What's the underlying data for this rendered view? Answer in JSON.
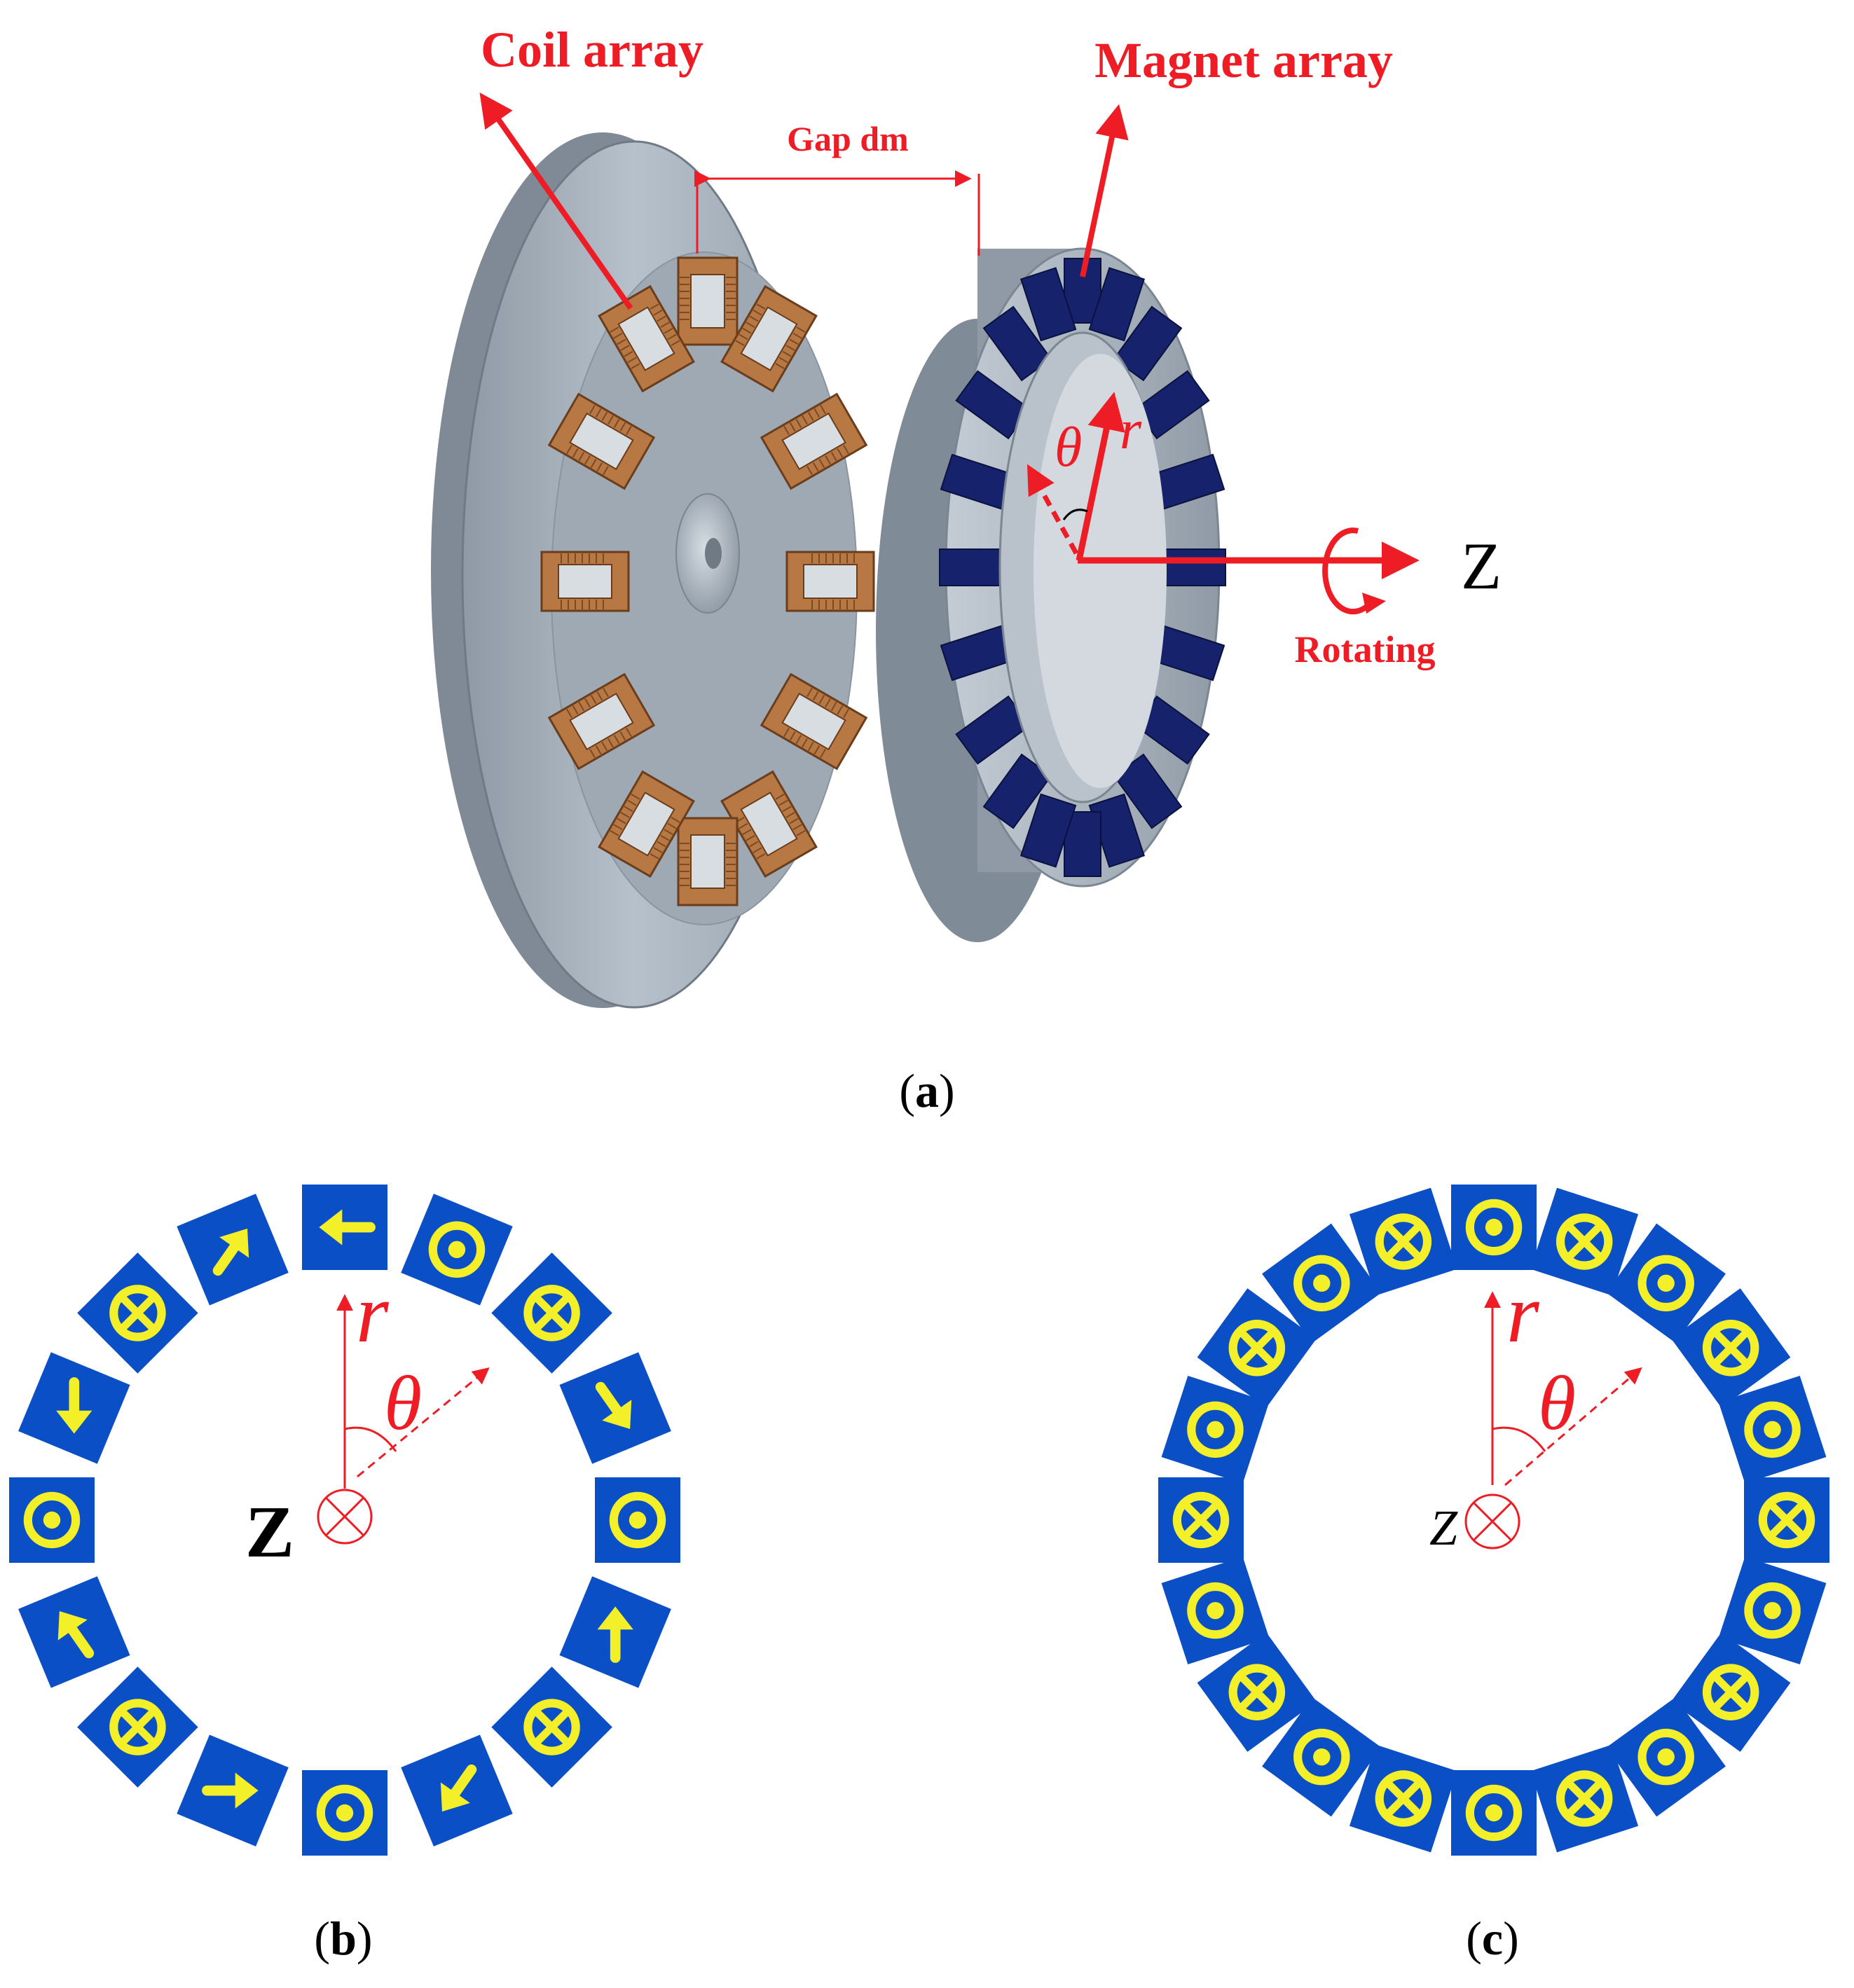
{
  "figure_a": {
    "caption_letter": "a",
    "labels": {
      "coil_array": "Coil array",
      "magnet_array": "Magnet array",
      "gap": "Gap dm",
      "theta": "θ",
      "r": "r",
      "z": "Z",
      "rotating": "Rotating"
    },
    "coil_count": 12,
    "magnet_count": 20
  },
  "figure_b": {
    "caption_letter": "b",
    "labels": {
      "r": "r",
      "theta": "θ",
      "z": "Z"
    },
    "segments": [
      "left",
      "dot",
      "cross",
      "down-right",
      "dot",
      "up",
      "cross",
      "down-left",
      "dot",
      "right",
      "cross",
      "up-left",
      "dot",
      "down",
      "cross",
      "up-right"
    ]
  },
  "figure_c": {
    "caption_letter": "c",
    "labels": {
      "r": "r",
      "theta": "θ",
      "z": "Z"
    },
    "segments": [
      "dot",
      "cross",
      "dot",
      "cross",
      "dot",
      "cross",
      "dot",
      "cross",
      "dot",
      "cross",
      "dot",
      "cross",
      "dot",
      "cross",
      "dot",
      "cross",
      "dot",
      "cross",
      "dot",
      "cross"
    ]
  },
  "colors": {
    "red": "#ee1c24",
    "magnet_blue": "#0b4fc6",
    "dark_magnet": "#16226b",
    "yellow": "#f3f02a",
    "steel": "#a7b2bd",
    "copper": "#b87844"
  }
}
